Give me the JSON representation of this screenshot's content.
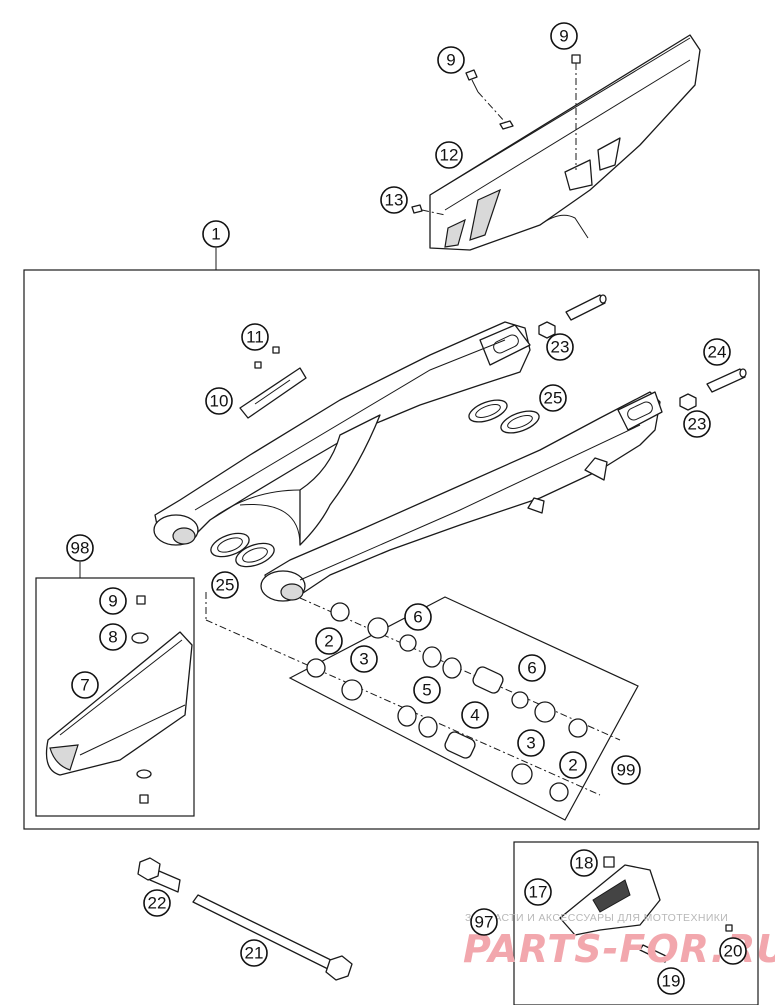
{
  "callouts": {
    "c1": "1",
    "c9a": "9",
    "c9b": "9",
    "c12": "12",
    "c13": "13",
    "c11": "11",
    "c10": "10",
    "c23a": "23",
    "c24": "24",
    "c23b": "23",
    "c25a": "25",
    "c25b": "25",
    "c98": "98",
    "c9c": "9",
    "c8": "8",
    "c7": "7",
    "c6a": "6",
    "c2a": "2",
    "c3a": "3",
    "c5": "5",
    "c6b": "6",
    "c4": "4",
    "c3b": "3",
    "c2b": "2",
    "c99": "99",
    "c22": "22",
    "c21": "21",
    "c18": "18",
    "c17": "17",
    "c97": "97",
    "c20": "20",
    "c19": "19"
  },
  "watermark": {
    "tagline": "ЗАПЧАСТИ И АКСЕССУАРЫ ДЛЯ МОТОТЕХНИКИ",
    "brand": "PARTS-FOR.RU"
  }
}
